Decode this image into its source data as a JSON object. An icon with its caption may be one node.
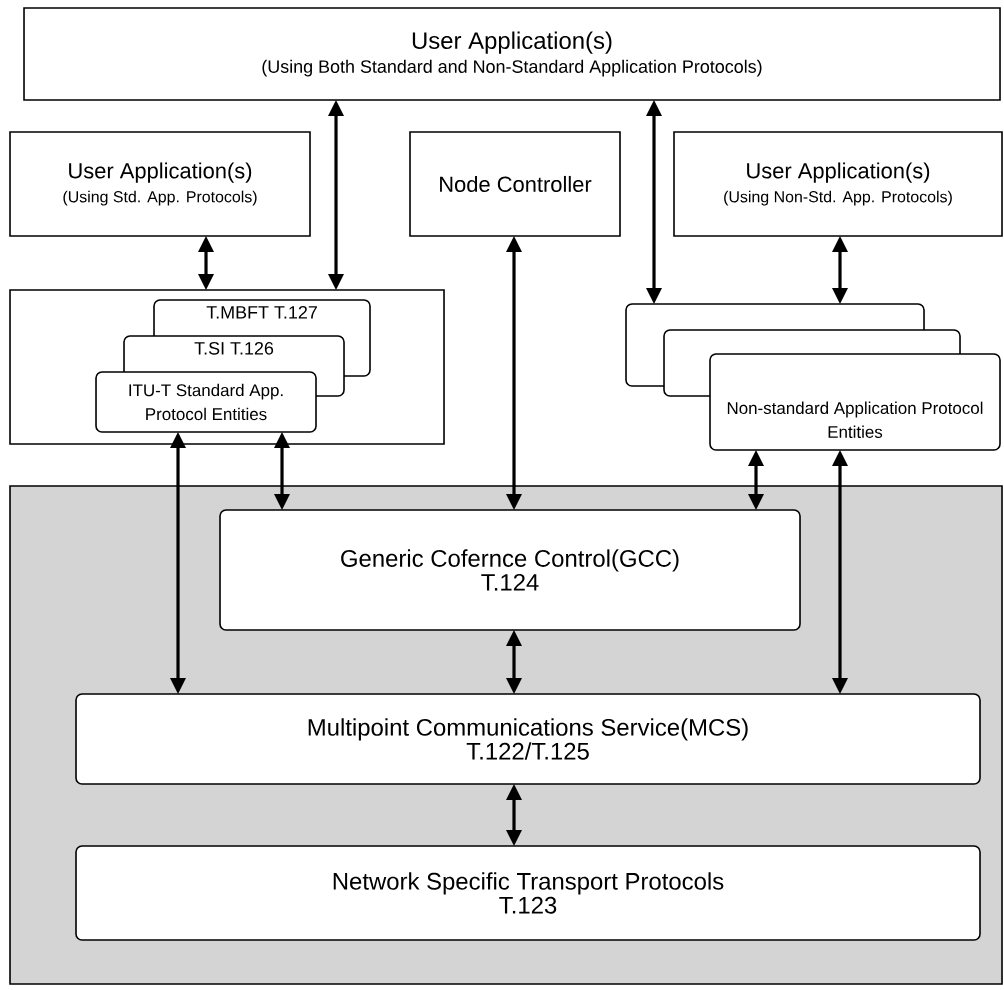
{
  "diagram": {
    "nodes": [
      {
        "text": [
          "User Application(s)",
          "(Using Both Standard and Non-Standard Application Protocols)"
        ]
      },
      {
        "text": [
          "User Application(s)",
          "(Using Std. App. Protocols)"
        ]
      },
      {
        "text": [
          "Node Controller"
        ]
      },
      {
        "text": [
          "User Application(s)",
          "(Using Non-Std. App. Protocols)"
        ]
      },
      {
        "text": [],
        "shape": "box"
      },
      {
        "text": [
          "T.MBFT T.127"
        ],
        "in": 4
      },
      {
        "text": [
          "T.SI T.126"
        ],
        "in": 4
      },
      {
        "text": [
          "ITU-T Standard App. Protocol Entities"
        ],
        "in": 4
      },
      {
        "text": [],
        "shape": "box"
      },
      {
        "text": [],
        "shape": "box"
      },
      {
        "text": [
          "Non-standard Application Protocol Entities"
        ]
      },
      {
        "text": [],
        "shape": "box"
      },
      {
        "text": [
          "Generic Cofernce Control(GCC)",
          "T.124"
        ],
        "in": 11
      },
      {
        "text": [
          "Multipoint Communications Service(MCS)",
          "T.122/T.125"
        ],
        "in": 11
      },
      {
        "text": [
          "Network Specific Transport Protocols",
          "T.123"
        ],
        "in": 11
      }
    ],
    "edges": [
      {
        "from": 0,
        "to": 4,
        "arrow": "both"
      },
      {
        "from": 0,
        "to": 8,
        "arrow": "both"
      },
      {
        "from": 1,
        "to": 4,
        "arrow": "both"
      },
      {
        "from": 3,
        "to": 8,
        "arrow": "both"
      },
      {
        "from": 12,
        "to": 2,
        "arrow": "both"
      },
      {
        "from": 7,
        "to": 12,
        "arrow": "both"
      },
      {
        "from": 7,
        "to": 13,
        "arrow": "both"
      },
      {
        "from": 10,
        "to": 12,
        "arrow": "both"
      },
      {
        "from": 10,
        "to": 13,
        "arrow": "both"
      },
      {
        "from": 12,
        "to": 13,
        "arrow": "both"
      },
      {
        "from": 13,
        "to": 14,
        "arrow": "both"
      }
    ]
  }
}
